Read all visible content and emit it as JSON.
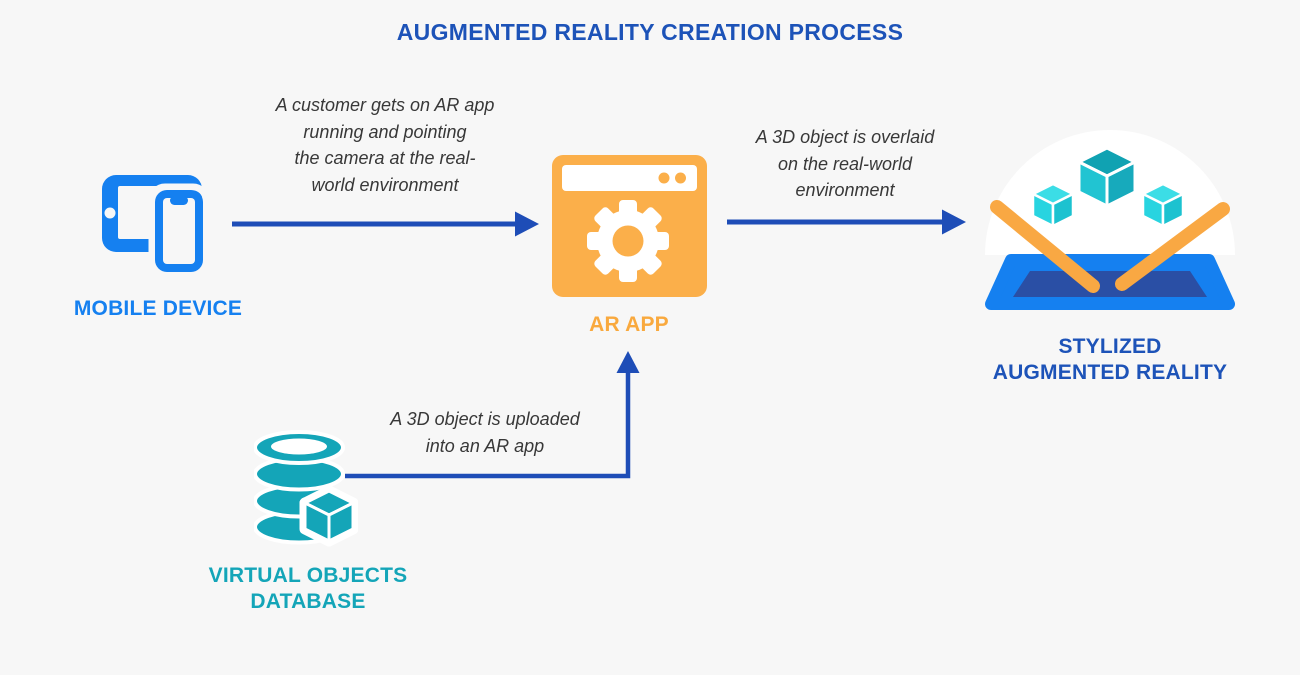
{
  "title": "AUGMENTED REALITY CREATION PROCESS",
  "nodes": {
    "mobile_device": {
      "label": "MOBILE DEVICE"
    },
    "ar_app": {
      "label": "AR APP"
    },
    "stylized_ar": {
      "label_line1": "STYLIZED",
      "label_line2": "AUGMENTED REALITY"
    },
    "virtual_objects_db": {
      "label_line1": "VIRTUAL OBJECTS",
      "label_line2": "DATABASE"
    }
  },
  "annotations": {
    "mobile_to_app": {
      "lines": [
        "A customer gets on AR app",
        "running and pointing",
        "the camera at the real-",
        "world environment"
      ]
    },
    "app_to_ar": {
      "lines": [
        "A 3D object is overlaid",
        "on the real-world",
        "environment"
      ]
    },
    "db_to_app": {
      "lines": [
        "A 3D object is uploaded",
        "into an AR app"
      ]
    }
  },
  "colors": {
    "background": "#f7f7f7",
    "title_blue": "#1d53b8",
    "bright_blue": "#1580f0",
    "orange": "#fbaf4a",
    "orange_label": "#f9a93e",
    "teal": "#14a5b8",
    "cyan_light": "#2bd8e0",
    "arrow_blue": "#1e4db7",
    "annotation_gray": "#383838",
    "trapezoid_inner_blue": "#2a4fa5"
  }
}
